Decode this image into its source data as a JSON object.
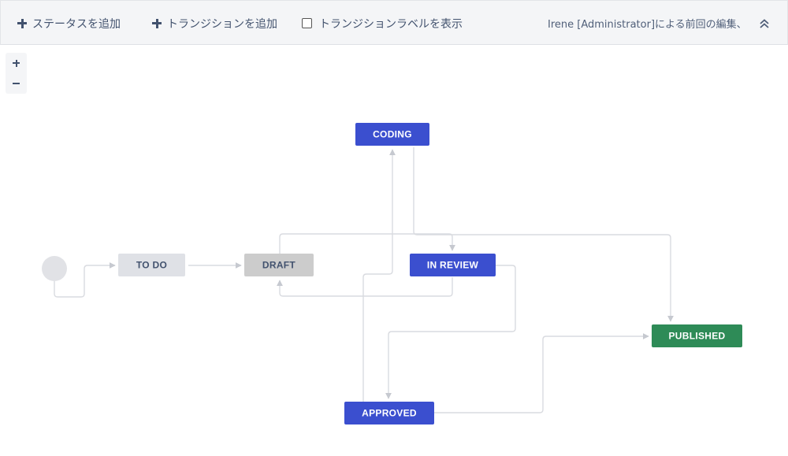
{
  "toolbar": {
    "add_status_label": "ステータスを追加",
    "add_transition_label": "トランジションを追加",
    "show_transition_labels_label": "トランジションラベルを表示",
    "show_transition_labels_checked": false,
    "last_edited_text": "Irene [Administrator]による前回の編集、",
    "collapse_icon": "double-chevron-up-icon"
  },
  "zoom": {
    "in_icon": "plus-icon",
    "out_icon": "minus-icon"
  },
  "workflow": {
    "start_node": "start-circle",
    "statuses": [
      {
        "id": "todo",
        "label": "TO DO",
        "category": "to-do",
        "fill": "#dfe1e6",
        "text_color": "#42526e"
      },
      {
        "id": "draft",
        "label": "DRAFT",
        "category": "draft",
        "fill": "#cccccc",
        "text_color": "#42526e"
      },
      {
        "id": "coding",
        "label": "CODING",
        "category": "in-progress",
        "fill": "#3b4fcf",
        "text_color": "#ffffff"
      },
      {
        "id": "in_review",
        "label": "IN REVIEW",
        "category": "in-progress",
        "fill": "#3b4fcf",
        "text_color": "#ffffff"
      },
      {
        "id": "approved",
        "label": "APPROVED",
        "category": "in-progress",
        "fill": "#3b4fcf",
        "text_color": "#ffffff"
      },
      {
        "id": "published",
        "label": "PUBLISHED",
        "category": "done",
        "fill": "#2e8b57",
        "text_color": "#ffffff"
      }
    ],
    "transitions": [
      {
        "from": "start",
        "to": "todo"
      },
      {
        "from": "todo",
        "to": "draft"
      },
      {
        "from": "draft",
        "to": "in_review"
      },
      {
        "from": "in_review",
        "to": "draft"
      },
      {
        "from": "coding",
        "to": "published"
      },
      {
        "from": "in_review",
        "to": "approved"
      },
      {
        "from": "approved",
        "to": "coding"
      },
      {
        "from": "approved",
        "to": "published"
      }
    ],
    "colors": {
      "line": "#d9dbe0",
      "arrow": "#c6c9d0",
      "start_circle": "#e1e2e6"
    }
  }
}
